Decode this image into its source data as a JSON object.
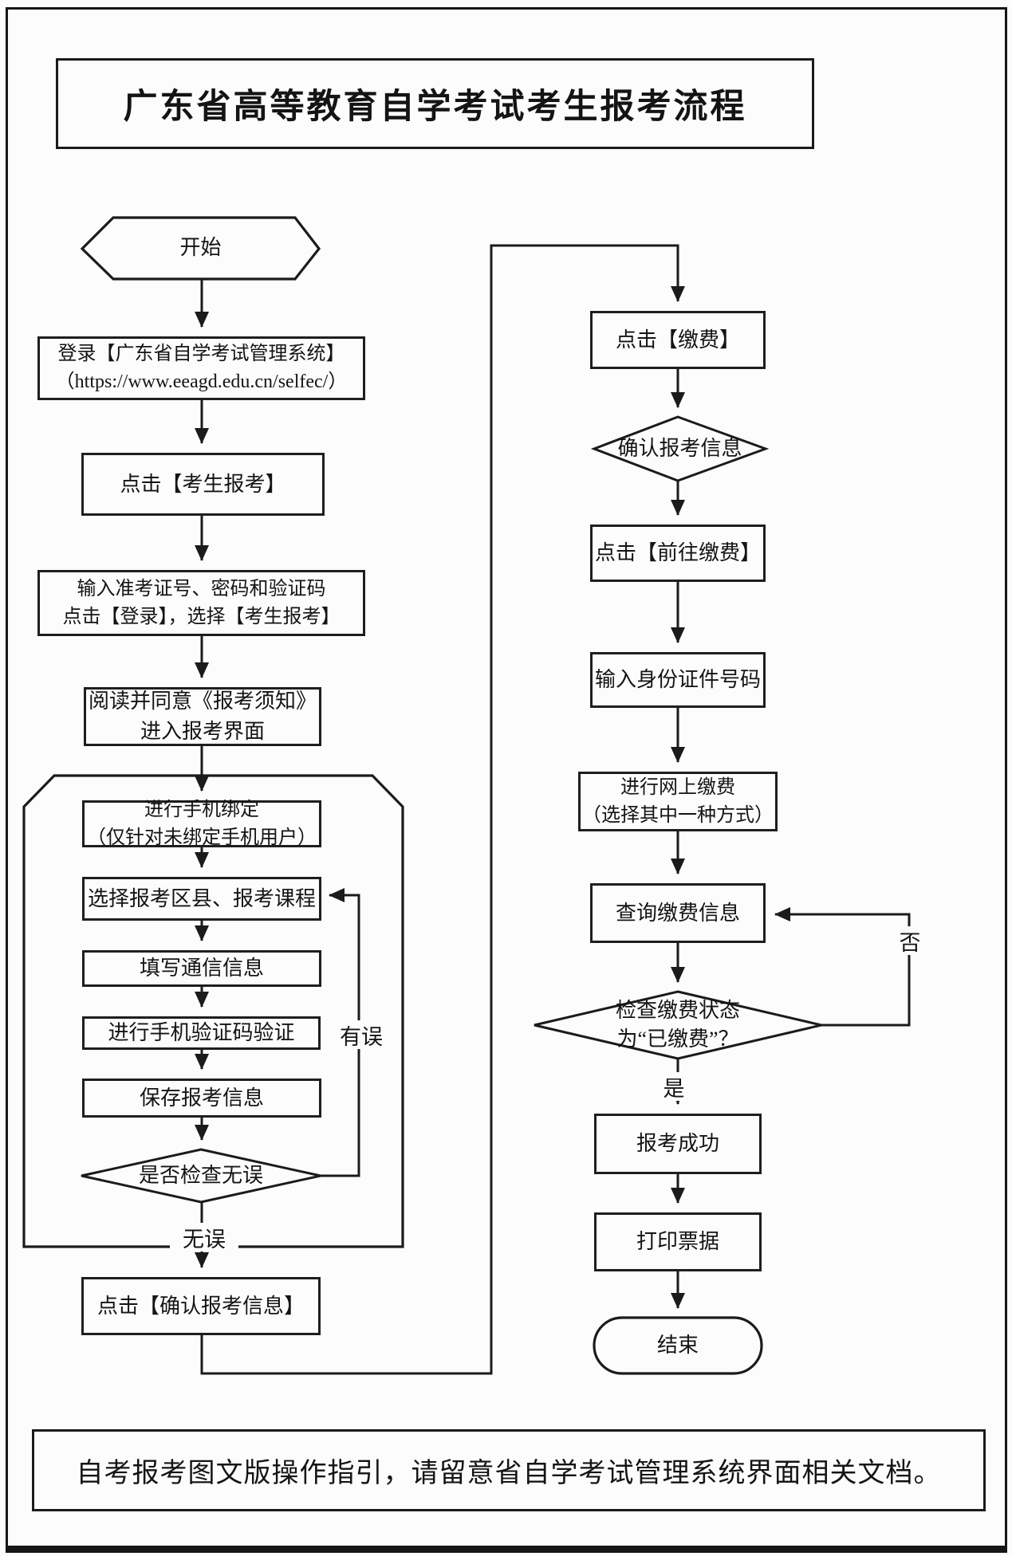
{
  "header": {
    "title": "广东省高等教育自学考试考生报考流程"
  },
  "footer": {
    "note": "自考报考图文版操作指引，请留意省自学考试管理系统界面相关文档。"
  },
  "nodes": {
    "start": "开始",
    "login": "登录【广东省自学考试管理系统】\n（https://www.eeagd.edu.cn/selfec/）",
    "candidate_register": "点击【考生报考】",
    "credentials": "输入准考证号、密码和验证码\n点击【登录】，选择【考生报考】",
    "notice": "阅读并同意《报考须知》\n进入报考界面",
    "bind_phone": "进行手机绑定\n（仅针对未绑定手机用户）",
    "select_courses": "选择报考区县、报考课程",
    "contact_info": "填写通信信息",
    "sms_verify": "进行手机验证码验证",
    "save_info": "保存报考信息",
    "check_correct": "是否检查无误",
    "confirm_info": "点击【确认报考信息】",
    "click_pay": "点击【缴费】",
    "confirm_register": "确认报考信息",
    "go_pay": "点击【前往缴费】",
    "id_number": "输入身份证件号码",
    "online_payment": "进行网上缴费\n（选择其中一种方式）",
    "query_payment": "查询缴费信息",
    "payment_status": "检查缴费状态\n为“已缴费”？",
    "success": "报考成功",
    "print_receipt": "打印票据",
    "end": "结束"
  },
  "edge_labels": {
    "has_error": "有误",
    "no_error": "无误",
    "yes": "是",
    "no": "否"
  },
  "colors": {
    "line": "#1b1b1b",
    "background": "#fcfcfc"
  }
}
